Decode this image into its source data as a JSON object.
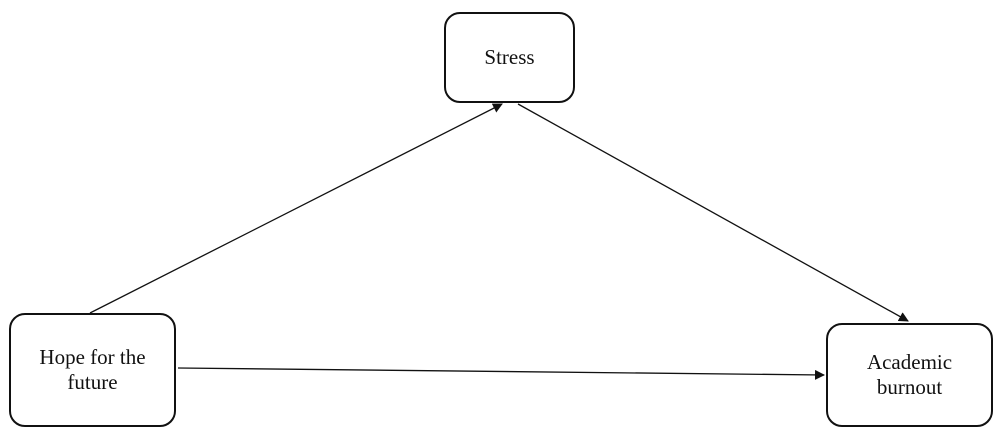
{
  "diagram": {
    "nodes": {
      "stress": {
        "lines": [
          "Stress"
        ]
      },
      "hope": {
        "lines": [
          "Hope for the",
          "future"
        ]
      },
      "burnout": {
        "lines": [
          "Academic",
          "burnout"
        ]
      }
    },
    "edges": [
      {
        "from": "hope",
        "to": "stress"
      },
      {
        "from": "stress",
        "to": "burnout"
      },
      {
        "from": "hope",
        "to": "burnout"
      }
    ]
  }
}
